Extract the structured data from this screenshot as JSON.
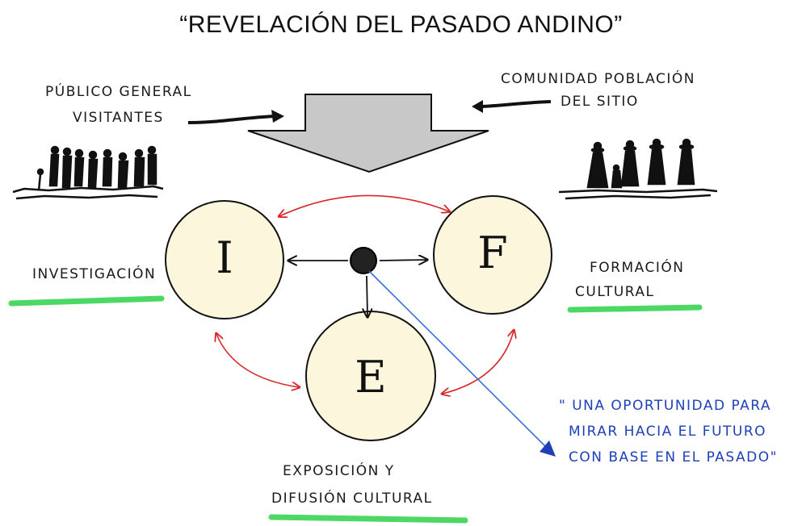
{
  "title": "“REVELACIÓN DEL PASADO ANDINO”",
  "audiences": {
    "left": {
      "line1": "Público general",
      "line2": "visitantes"
    },
    "right": {
      "line1": "Comunidad población",
      "line2": "del sitio"
    }
  },
  "nodes": {
    "I": {
      "letter": "I",
      "label": "Investigación"
    },
    "F": {
      "letter": "F",
      "label_line1": "Formación",
      "label_line2": "cultural"
    },
    "E": {
      "letter": "E",
      "label_line1": "Exposición y",
      "label_line2": "difusión cultural"
    }
  },
  "quote": {
    "line1": "\" Una oportunidad para",
    "line2": "mirar hacia el futuro",
    "line3": "con base en el pasado\""
  },
  "colors": {
    "circle_fill": "#fbf6dc",
    "arrow_gray": "#c8c8c8",
    "red_arrows": "#d8262a",
    "blue_line": "#3a6fd6",
    "green_highlight": "#2bd14a"
  }
}
